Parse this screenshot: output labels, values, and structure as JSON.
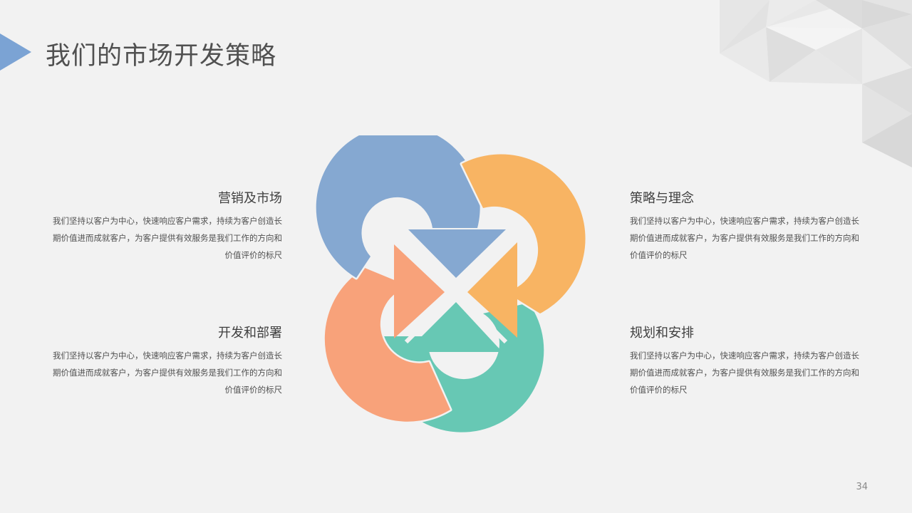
{
  "slide": {
    "title": "我们的市场开发策略",
    "page_number": "34"
  },
  "colors": {
    "accent_triangle": "#7ba3d4",
    "blue": "#85a8d1",
    "orange": "#f8b463",
    "salmon": "#f8a27a",
    "teal": "#67c8b4"
  },
  "sections": [
    {
      "heading": "营销及市场",
      "body": "我们坚持以客户为中心，快速响应客户需求，持续为客户创造长期价值进而成就客户，为客户提供有效服务是我们工作的方向和价值评价的标尺"
    },
    {
      "heading": "策略与理念",
      "body": "我们坚持以客户为中心，快速响应客户需求，持续为客户创造长期价值进而成就客户，为客户提供有效服务是我们工作的方向和价值评价的标尺"
    },
    {
      "heading": "开发和部署",
      "body": "我们坚持以客户为中心，快速响应客户需求，持续为客户创造长期价值进而成就客户，为客户提供有效服务是我们工作的方向和价值评价的标尺"
    },
    {
      "heading": "规划和安排",
      "body": "我们坚持以客户为中心，快速响应客户需求，持续为客户创造长期价值进而成就客户，为客户提供有效服务是我们工作的方向和价值评价的标尺"
    }
  ]
}
